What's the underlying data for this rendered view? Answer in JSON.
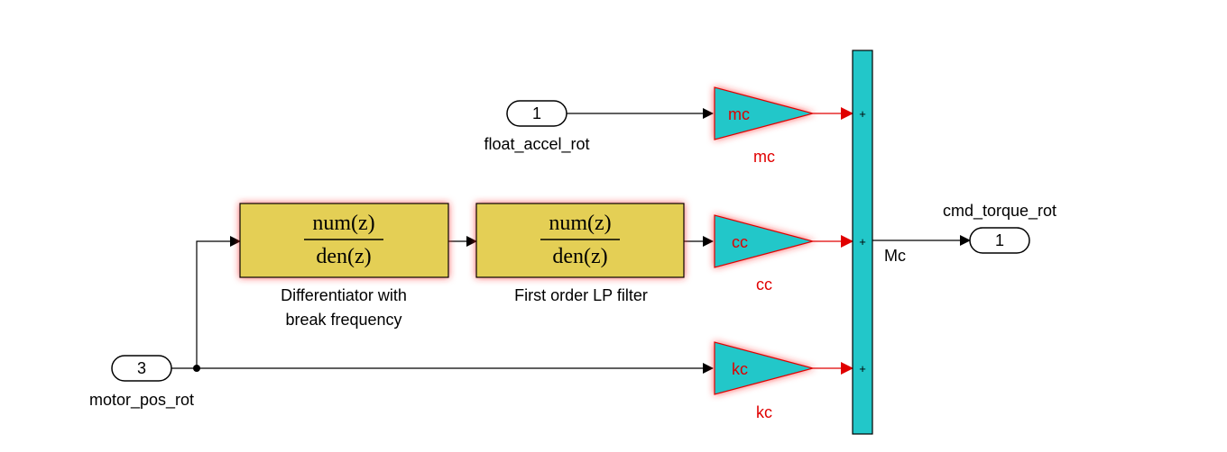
{
  "colors": {
    "gain_fill": "#22c7c9",
    "sum_fill": "#22c7c9",
    "tf_fill": "#e4cf55",
    "highlight": "#ff3a3a",
    "signal_red": "#e00000"
  },
  "inports": [
    {
      "number": "1",
      "name": "float_accel_rot"
    },
    {
      "number": "3",
      "name": "motor_pos_rot"
    }
  ],
  "outport": {
    "number": "1",
    "name": "cmd_torque_rot",
    "signal": "Mc"
  },
  "gains": [
    {
      "value": "mc",
      "name": "mc"
    },
    {
      "value": "cc",
      "name": "cc"
    },
    {
      "value": "kc",
      "name": "kc"
    }
  ],
  "transfer_fcns": [
    {
      "numerator": "num(z)",
      "denominator": "den(z)",
      "name_line1": "Differentiator with",
      "name_line2": "break frequency"
    },
    {
      "numerator": "num(z)",
      "denominator": "den(z)",
      "name_line1": "First order LP filter",
      "name_line2": ""
    }
  ],
  "sum": {
    "signs": [
      "+",
      "+",
      "+"
    ]
  }
}
